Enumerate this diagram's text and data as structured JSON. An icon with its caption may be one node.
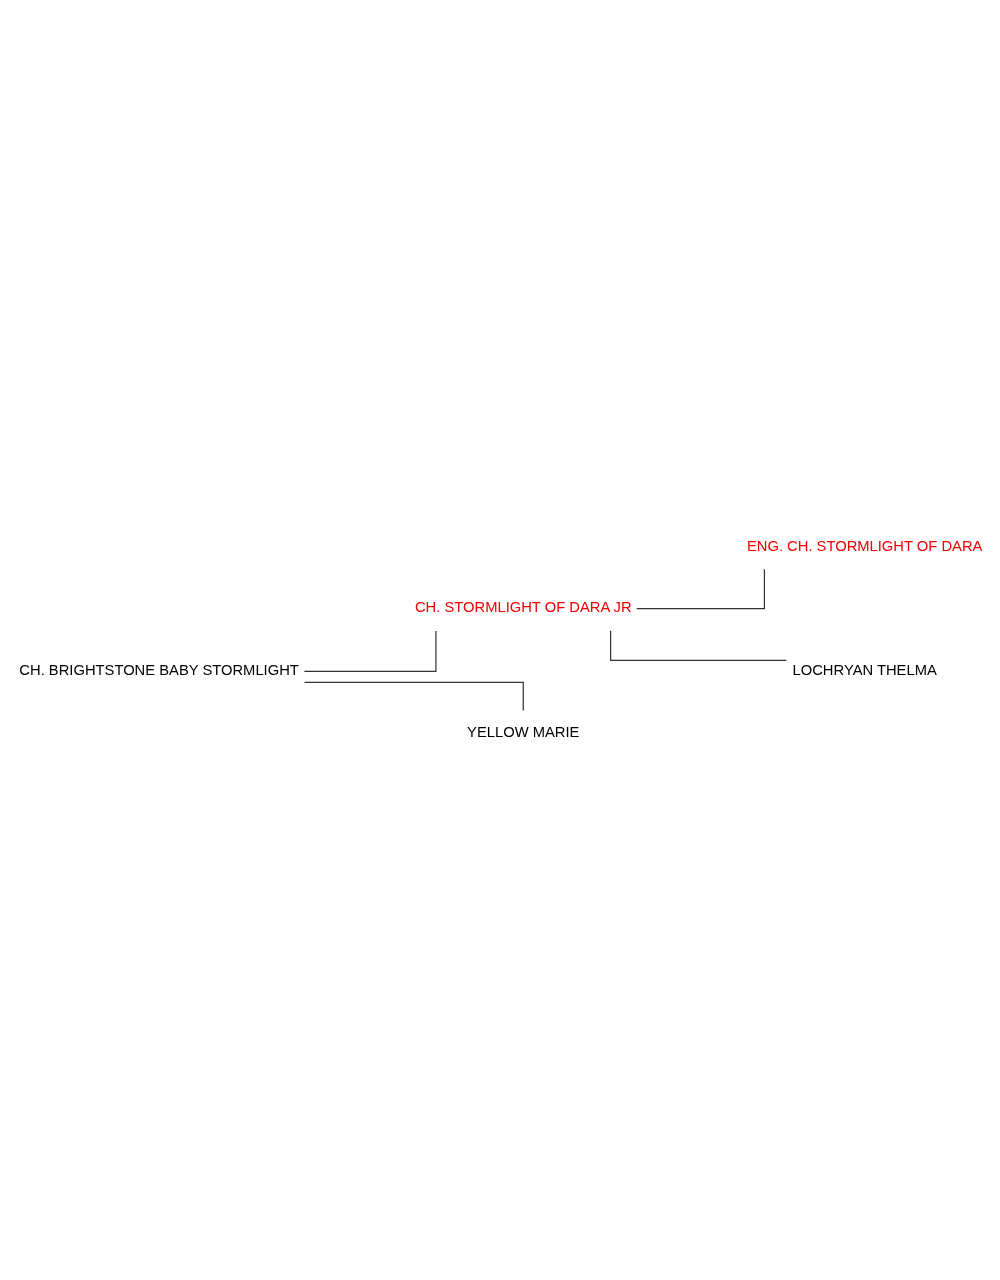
{
  "diagram": {
    "nodes": [
      {
        "text": [
          "CH. BRIGHTSTONE BABY STORMLIGHT"
        ]
      },
      {
        "text": [
          "CH. STORMLIGHT OF DARA JR"
        ]
      },
      {
        "text": [
          "ENG. CH. STORMLIGHT OF DARA"
        ]
      },
      {
        "text": [
          "LOCHRYAN THELMA"
        ]
      },
      {
        "text": [
          "YELLOW MARIE"
        ]
      }
    ],
    "edges": [
      {
        "from": 0,
        "to": 1,
        "arrow": "none"
      },
      {
        "from": 1,
        "to": 2,
        "arrow": "none"
      },
      {
        "from": 1,
        "to": 3,
        "arrow": "none"
      },
      {
        "from": 0,
        "to": 4,
        "arrow": "none"
      }
    ]
  }
}
